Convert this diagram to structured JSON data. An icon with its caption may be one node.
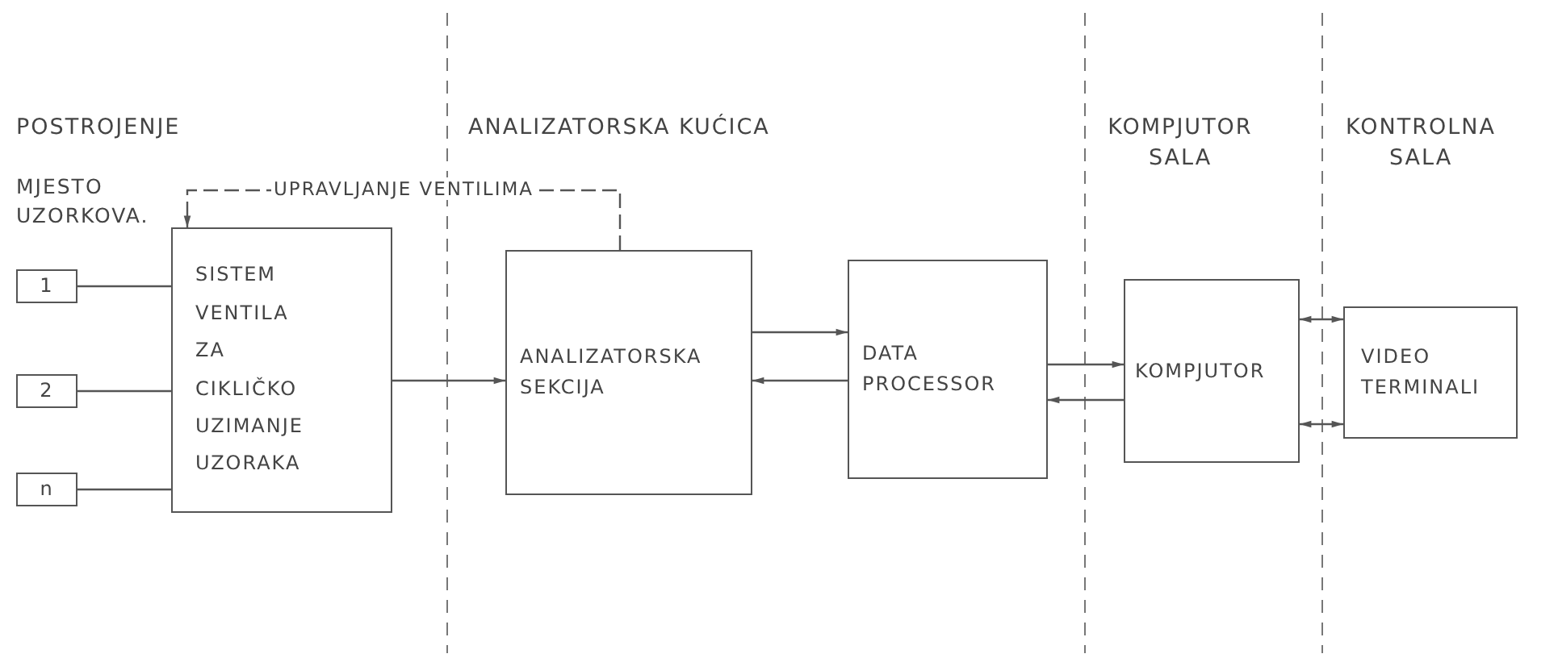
{
  "diagram": {
    "nodes": [
      {
        "text": [
          "1"
        ]
      },
      {
        "text": [
          "2"
        ]
      },
      {
        "text": [
          "n"
        ]
      },
      {
        "text": [
          "SISTEM VENTILA ZA CIKLIČKO UZIMANJE UZORAKA"
        ]
      },
      {
        "text": [
          "ANALIZATORSKA SEKCIJA"
        ]
      },
      {
        "text": [
          "DATA PROCESSOR"
        ]
      },
      {
        "text": [
          "KOMPJUTOR"
        ]
      },
      {
        "text": [
          "VIDEO TERMINALI"
        ]
      }
    ],
    "edges": [
      {
        "from": 0,
        "to": 3,
        "arrow": "none"
      },
      {
        "from": 1,
        "to": 3,
        "arrow": "none"
      },
      {
        "from": 2,
        "to": 3,
        "arrow": "none"
      },
      {
        "from": 3,
        "to": 4,
        "arrow": "to"
      },
      {
        "from": 4,
        "to": 3,
        "arrow": "to",
        "label": "UPRAVLJANJE VENTILIMA",
        "style": "dashed"
      },
      {
        "from": 4,
        "to": 5,
        "arrow": "to"
      },
      {
        "from": 5,
        "to": 4,
        "arrow": "to"
      },
      {
        "from": 5,
        "to": 6,
        "arrow": "to"
      },
      {
        "from": 6,
        "to": 5,
        "arrow": "to"
      },
      {
        "from": 6,
        "to": 7,
        "arrow": "both"
      },
      {
        "from": 6,
        "to": 7,
        "arrow": "both"
      }
    ],
    "labels": [
      "POSTROJENJE",
      "ANALIZATORSKA KUĆICA",
      "KOMPJUTOR SALA",
      "KONTROLNA SALA",
      "MJESTO UZORKOVA."
    ]
  }
}
